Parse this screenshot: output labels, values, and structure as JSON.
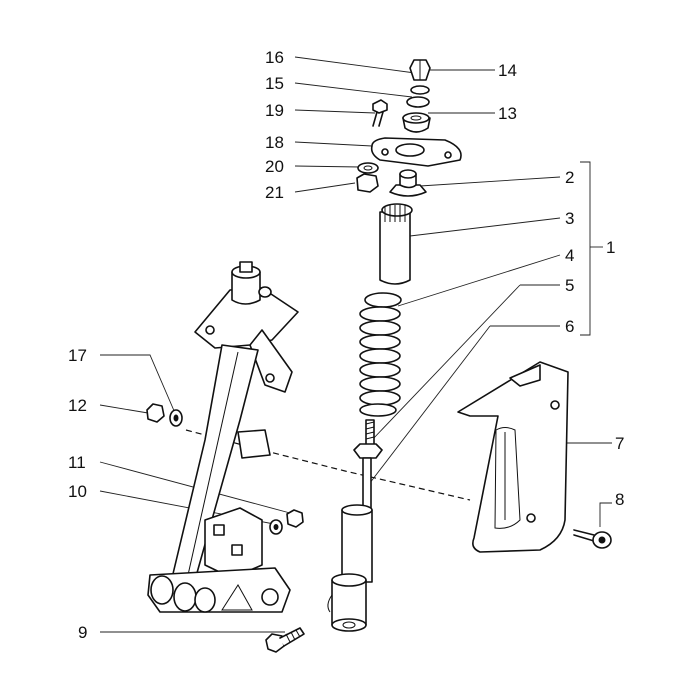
{
  "callouts": {
    "n1": "1",
    "n2": "2",
    "n3": "3",
    "n4": "4",
    "n5": "5",
    "n6": "6",
    "n7": "7",
    "n8": "8",
    "n9": "9",
    "n10": "10",
    "n11": "11",
    "n12": "12",
    "n13": "13",
    "n14": "14",
    "n15": "15",
    "n16": "16",
    "n17": "17",
    "n18": "18",
    "n19": "19",
    "n20": "20",
    "n21": "21"
  }
}
